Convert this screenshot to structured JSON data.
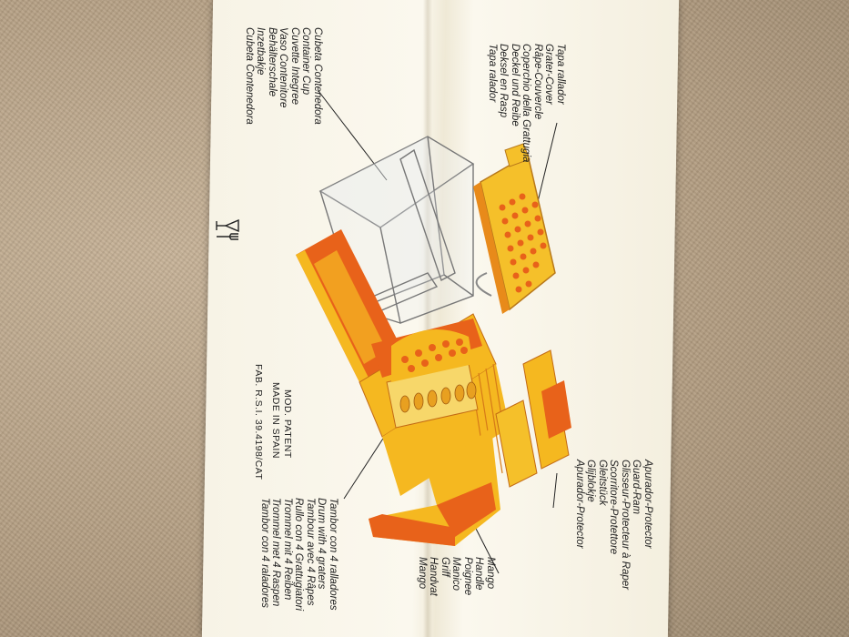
{
  "cover_labels": [
    "Tapa rallador",
    "Grater-Cover",
    "Râpe-Couvercle",
    "Coperchio della Grattugia",
    "Deckel und Reibe",
    "Deksel en Rasp",
    "Tapa ralador"
  ],
  "container_labels": [
    "Cubeta Contenedora",
    "Container Cup",
    "Cuvette Integree",
    "Vaso Contenitore",
    "Behälterschale",
    "Inzetbakje",
    "Cubeta Contenedora"
  ],
  "patent_labels": [
    "MOD. PATENT",
    "MADE IN SPAIN",
    "FAB. R.S.I. 39.4198/CAT"
  ],
  "guard_labels": [
    "Apurador-Protector",
    "Guard-Ram",
    "Glisseur-Protecteur à Raper",
    "Scorritore-Protettore",
    "Gleitstück",
    "Glijblokje",
    "Apurador-Protector"
  ],
  "handle_labels": [
    "Mango",
    "Handle",
    "Poignee",
    "Manico",
    "Griff",
    "Handvat",
    "Mango"
  ],
  "drum_labels": [
    "Tambor con 4 ralladores",
    "Drum with 4 graters",
    "Tambour avec 4 Râpes",
    "Rullo con 4 Grattugiatori",
    "Trommel mit 4 Reiben",
    "Trommel met 4 Raspen",
    "Tambor con 4 raladores"
  ],
  "colors": {
    "yellow": "#f5b820",
    "orange": "#e8621a",
    "paper": "#f8f4e8",
    "fabric": "#b9a48a"
  },
  "icons": [
    "glass-fork-food-safe-icon"
  ]
}
